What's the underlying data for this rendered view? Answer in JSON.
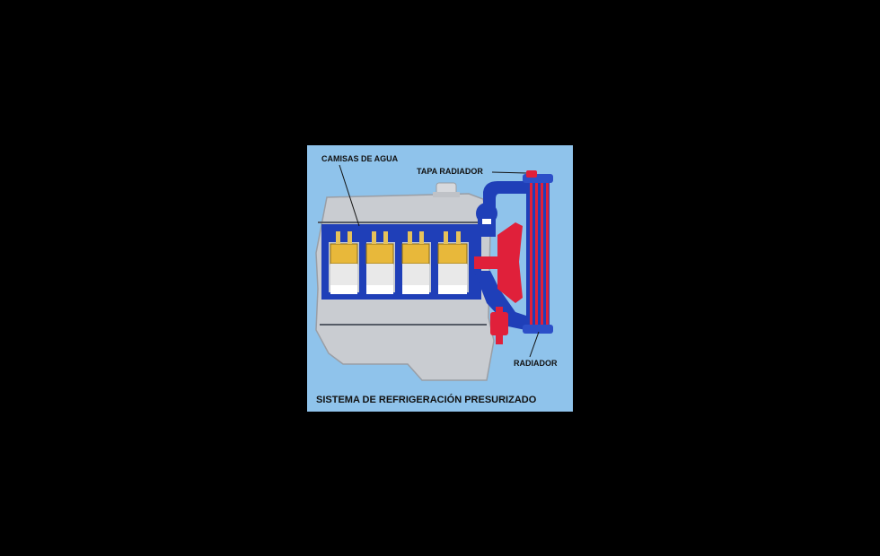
{
  "diagram": {
    "title": "SISTEMA DE REFRIGERACIÓN PRESURIZADO",
    "labels": {
      "water_jackets": "CAMISAS DE AGUA",
      "radiator_cap": "TAPA RADIADOR",
      "radiator": "RADIADOR"
    },
    "colors": {
      "background": "#8fc3eb",
      "engine_block": "#c9ccd1",
      "coolant": "#1f3fb8",
      "hot_parts": "#e0203a",
      "pistons": "#e8b83a"
    }
  }
}
